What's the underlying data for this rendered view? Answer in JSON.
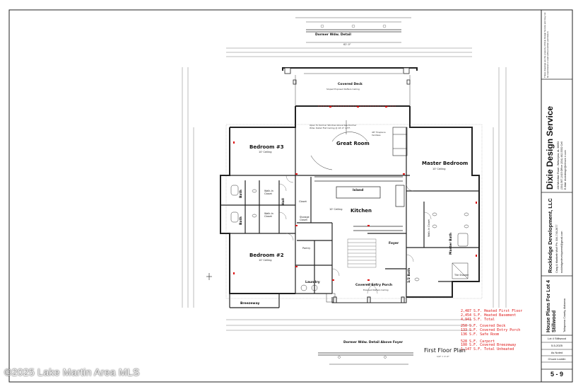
{
  "plan": {
    "title": "First Floor Plan",
    "scale": "1/4\" = 1'-0\"",
    "overall_width": "62'-0\"",
    "rooms": {
      "great_room": "Great Room",
      "bedroom3": "Bedroom #3",
      "bedroom3_ceiling": "10' Ceiling",
      "bedroom2": "Bedroom #2",
      "bedroom2_ceiling": "10' Ceiling",
      "master_bedroom": "Master Bedroom",
      "master_ceiling": "10' Ceiling",
      "kitchen": "Kitchen",
      "kitchen_ceiling": "10' Ceiling",
      "island": "Island",
      "foyer": "Foyer",
      "laundry": "Laundry",
      "breezeway": "Breezeway",
      "covered_deck": "Covered Deck",
      "covered_deck_note": "Sloped Exposed Rafters Ceiling",
      "covered_entry_porch": "Covered Entry Porch",
      "covered_entry_note": "Exposed Rafters Ceiling",
      "hall": "Hall",
      "bath_a": "Bath",
      "bath_b": "Bath",
      "walk_in_closet_a": "Walk-In Closet",
      "walk_in_closet_b": "Walk-In Closet",
      "master_bath": "Master Bath",
      "half_bath": "1/2 Bath",
      "pantry": "Pantry",
      "closet": "Closet",
      "storage_closet": "Storage Closet",
      "tile_shower": "Tile Shower",
      "walk_in_master": "Walk-In Closet"
    },
    "dormer_top": "Dormer Wdw. Detail",
    "dormer_bottom": "Dormer Wdw. Detail Above Foyer",
    "great_room_note": "Open To Dormer Window Above See Dormer Wdw. Detail Flat Ceiling @ 16'-0\" A.F.F.",
    "fireplace_note": "48\" Fireplace Ventless",
    "areas": [
      "2,487 S.F. Heated First Floor",
      "2,454 S.F. Heated Basement",
      "4,941 S.F. Total",
      "",
      "250 S.F. Covered Deck",
      "133 S.F. Covered Entry Porch",
      "136 S.F. Safe Room",
      "",
      "528 S.F. Carport",
      "100 S.F. Covered Breezeway",
      "1,147 S.F. Total Unheated"
    ]
  },
  "title_block": {
    "company": "Dixie Design Service",
    "company_address": "436 Mcmillan Road - Wetumpka, AL 36093",
    "company_phone": "(334) 567-2415 Office  (334) 462-5352 Cell",
    "company_email": "E-Mail: dixiedesign@elmore.rr.com",
    "client": "Rockledge Development, LLC",
    "client_contact": "Craig & Maribeth Wolf  Ph: 334-740-2677",
    "client_email": "rockledgedevelopment@gmail.com",
    "project": "House Plans For Lot 4 Stillwood",
    "project_location": "Tallapoosa County, Alabama",
    "lot": "Lot 4 Stillwood",
    "date": "5-5-2025",
    "scale": "As Noted",
    "drawn_by": "Chuck Locklin",
    "sheet": "5 - 9",
    "copyright_note": "These drawings are the property of Dixie Design Service and may not be reproduced or used without written permission."
  },
  "watermark": "©2025 Lake Martin Area MLS"
}
